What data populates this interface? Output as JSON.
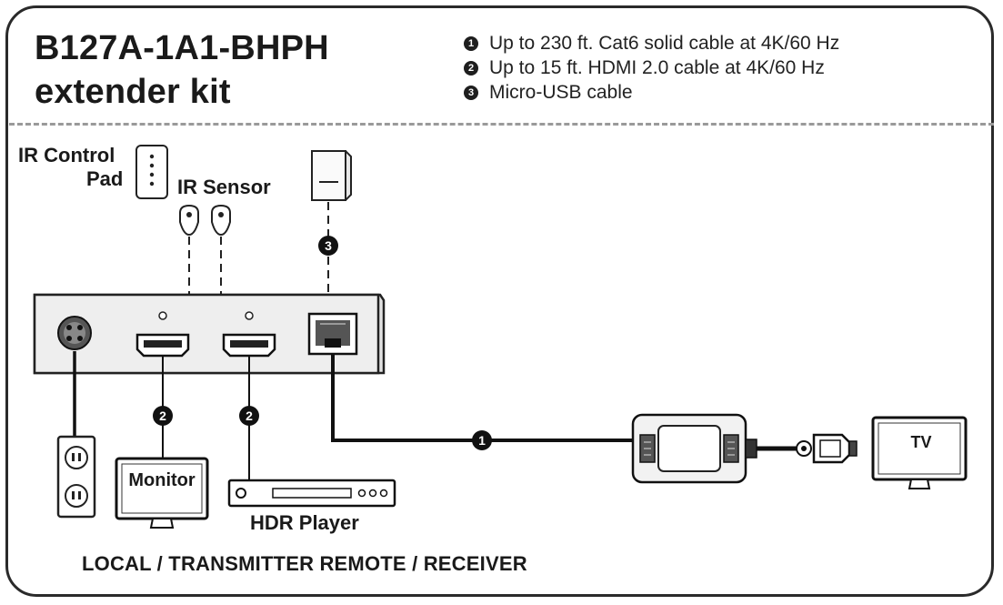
{
  "header": {
    "title_line1": "B127A-1A1-BHPH",
    "title_line2": "extender kit"
  },
  "legend": [
    {
      "marker": "1",
      "text": "Up to 230 ft. Cat6 solid cable at 4K/60 Hz"
    },
    {
      "marker": "2",
      "text": "Up to 15 ft. HDMI 2.0 cable at 4K/60 Hz"
    },
    {
      "marker": "3",
      "text": "Micro-USB cable"
    }
  ],
  "labels": {
    "ir_pad_line1": "IR Control",
    "ir_pad_line2": "Pad",
    "ir_sensor": "IR Sensor",
    "monitor": "Monitor",
    "hdr_player": "HDR Player",
    "tv": "TV",
    "footer": "LOCAL / TRANSMITTER REMOTE / RECEIVER"
  },
  "markers": {
    "cat6": "1",
    "hdmi_monitor": "2",
    "hdmi_player": "2",
    "usb": "3"
  }
}
